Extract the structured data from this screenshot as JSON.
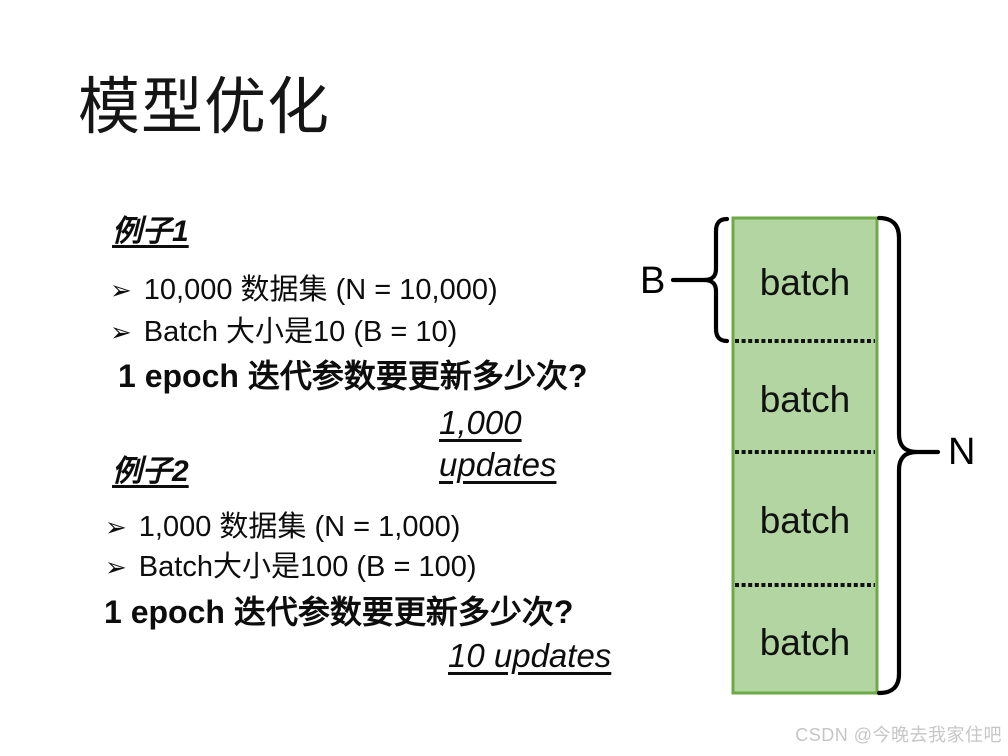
{
  "page": {
    "title": "模型优化",
    "watermark": "CSDN @今晚去我家住吧"
  },
  "glyphs": {
    "bullet": "➢"
  },
  "colors": {
    "batch_fill": "#b2d5a1",
    "batch_border": "#6caa45",
    "text": "#0d0d0d",
    "watermark": "#c6c6c6"
  },
  "examples": [
    {
      "heading": "例子1",
      "bullets": [
        "10,000 数据集 (N = 10,000)",
        "Batch 大小是10 (B = 10)"
      ],
      "question": "1 epoch 迭代参数要更新多少次?",
      "answer_lines": [
        "1,000",
        "updates"
      ]
    },
    {
      "heading": "例子2",
      "bullets": [
        "1,000 数据集 (N = 1,000)",
        "Batch大小是100 (B = 100)"
      ],
      "question": "1 epoch 迭代参数要更新多少次?",
      "answer_lines": [
        "10 updates"
      ]
    }
  ],
  "diagram": {
    "batch_labels": [
      "batch",
      "batch",
      "batch",
      "batch"
    ],
    "left_brace_label": "B",
    "right_brace_label": "N"
  }
}
